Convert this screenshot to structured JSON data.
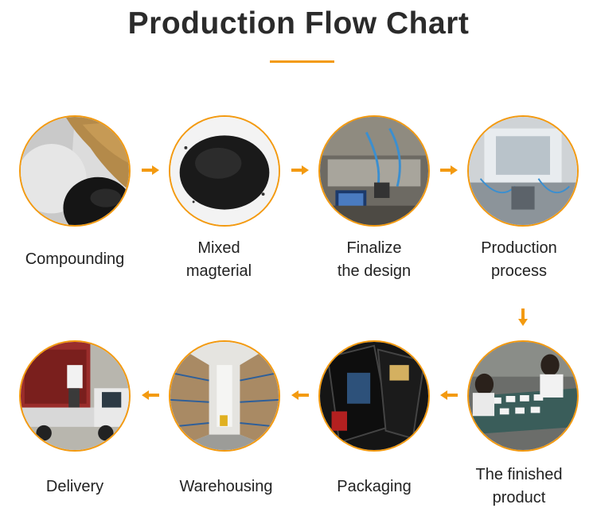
{
  "title": "Production Flow Chart",
  "accent_color": "#f39a10",
  "steps": [
    {
      "label": "Compounding",
      "image": "compounding-materials-image"
    },
    {
      "label": "Mixed\nmagterial",
      "image": "mixed-material-image"
    },
    {
      "label": "Finalize\nthe design",
      "image": "design-machine-image"
    },
    {
      "label": "Production\nprocess",
      "image": "production-machine-image"
    },
    {
      "label": "The finished\nproduct",
      "image": "finished-product-image"
    },
    {
      "label": "Packaging",
      "image": "packaging-image"
    },
    {
      "label": "Warehousing",
      "image": "warehouse-image"
    },
    {
      "label": "Delivery",
      "image": "delivery-truck-image"
    }
  ]
}
